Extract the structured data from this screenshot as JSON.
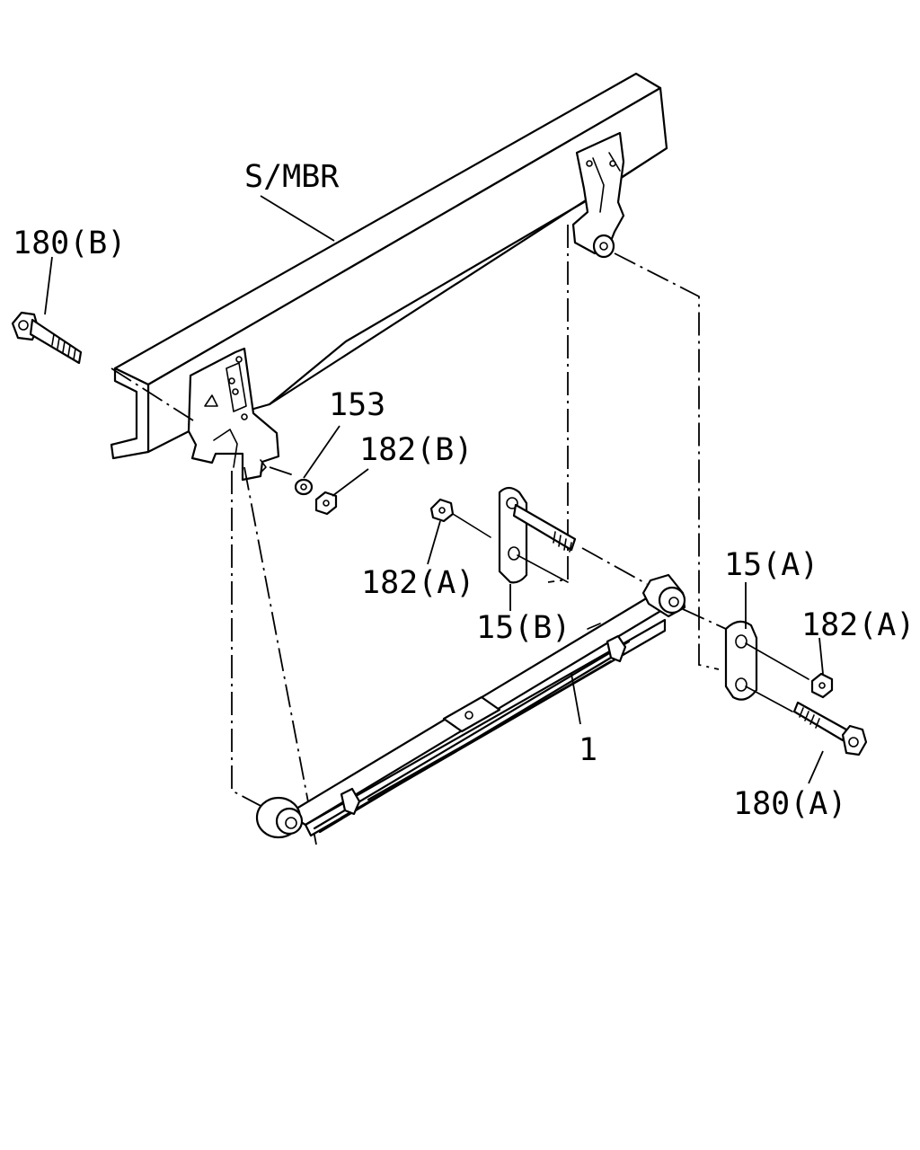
{
  "labels": {
    "smbr": "S/MBR",
    "p180b": "180(B)",
    "p153": "153",
    "p182b": "182(B)",
    "p182a_left": "182(A)",
    "p15b": "15(B)",
    "p15a": "15(A)",
    "p182a_right": "182(A)",
    "p1": "1",
    "p180a": "180(A)"
  }
}
